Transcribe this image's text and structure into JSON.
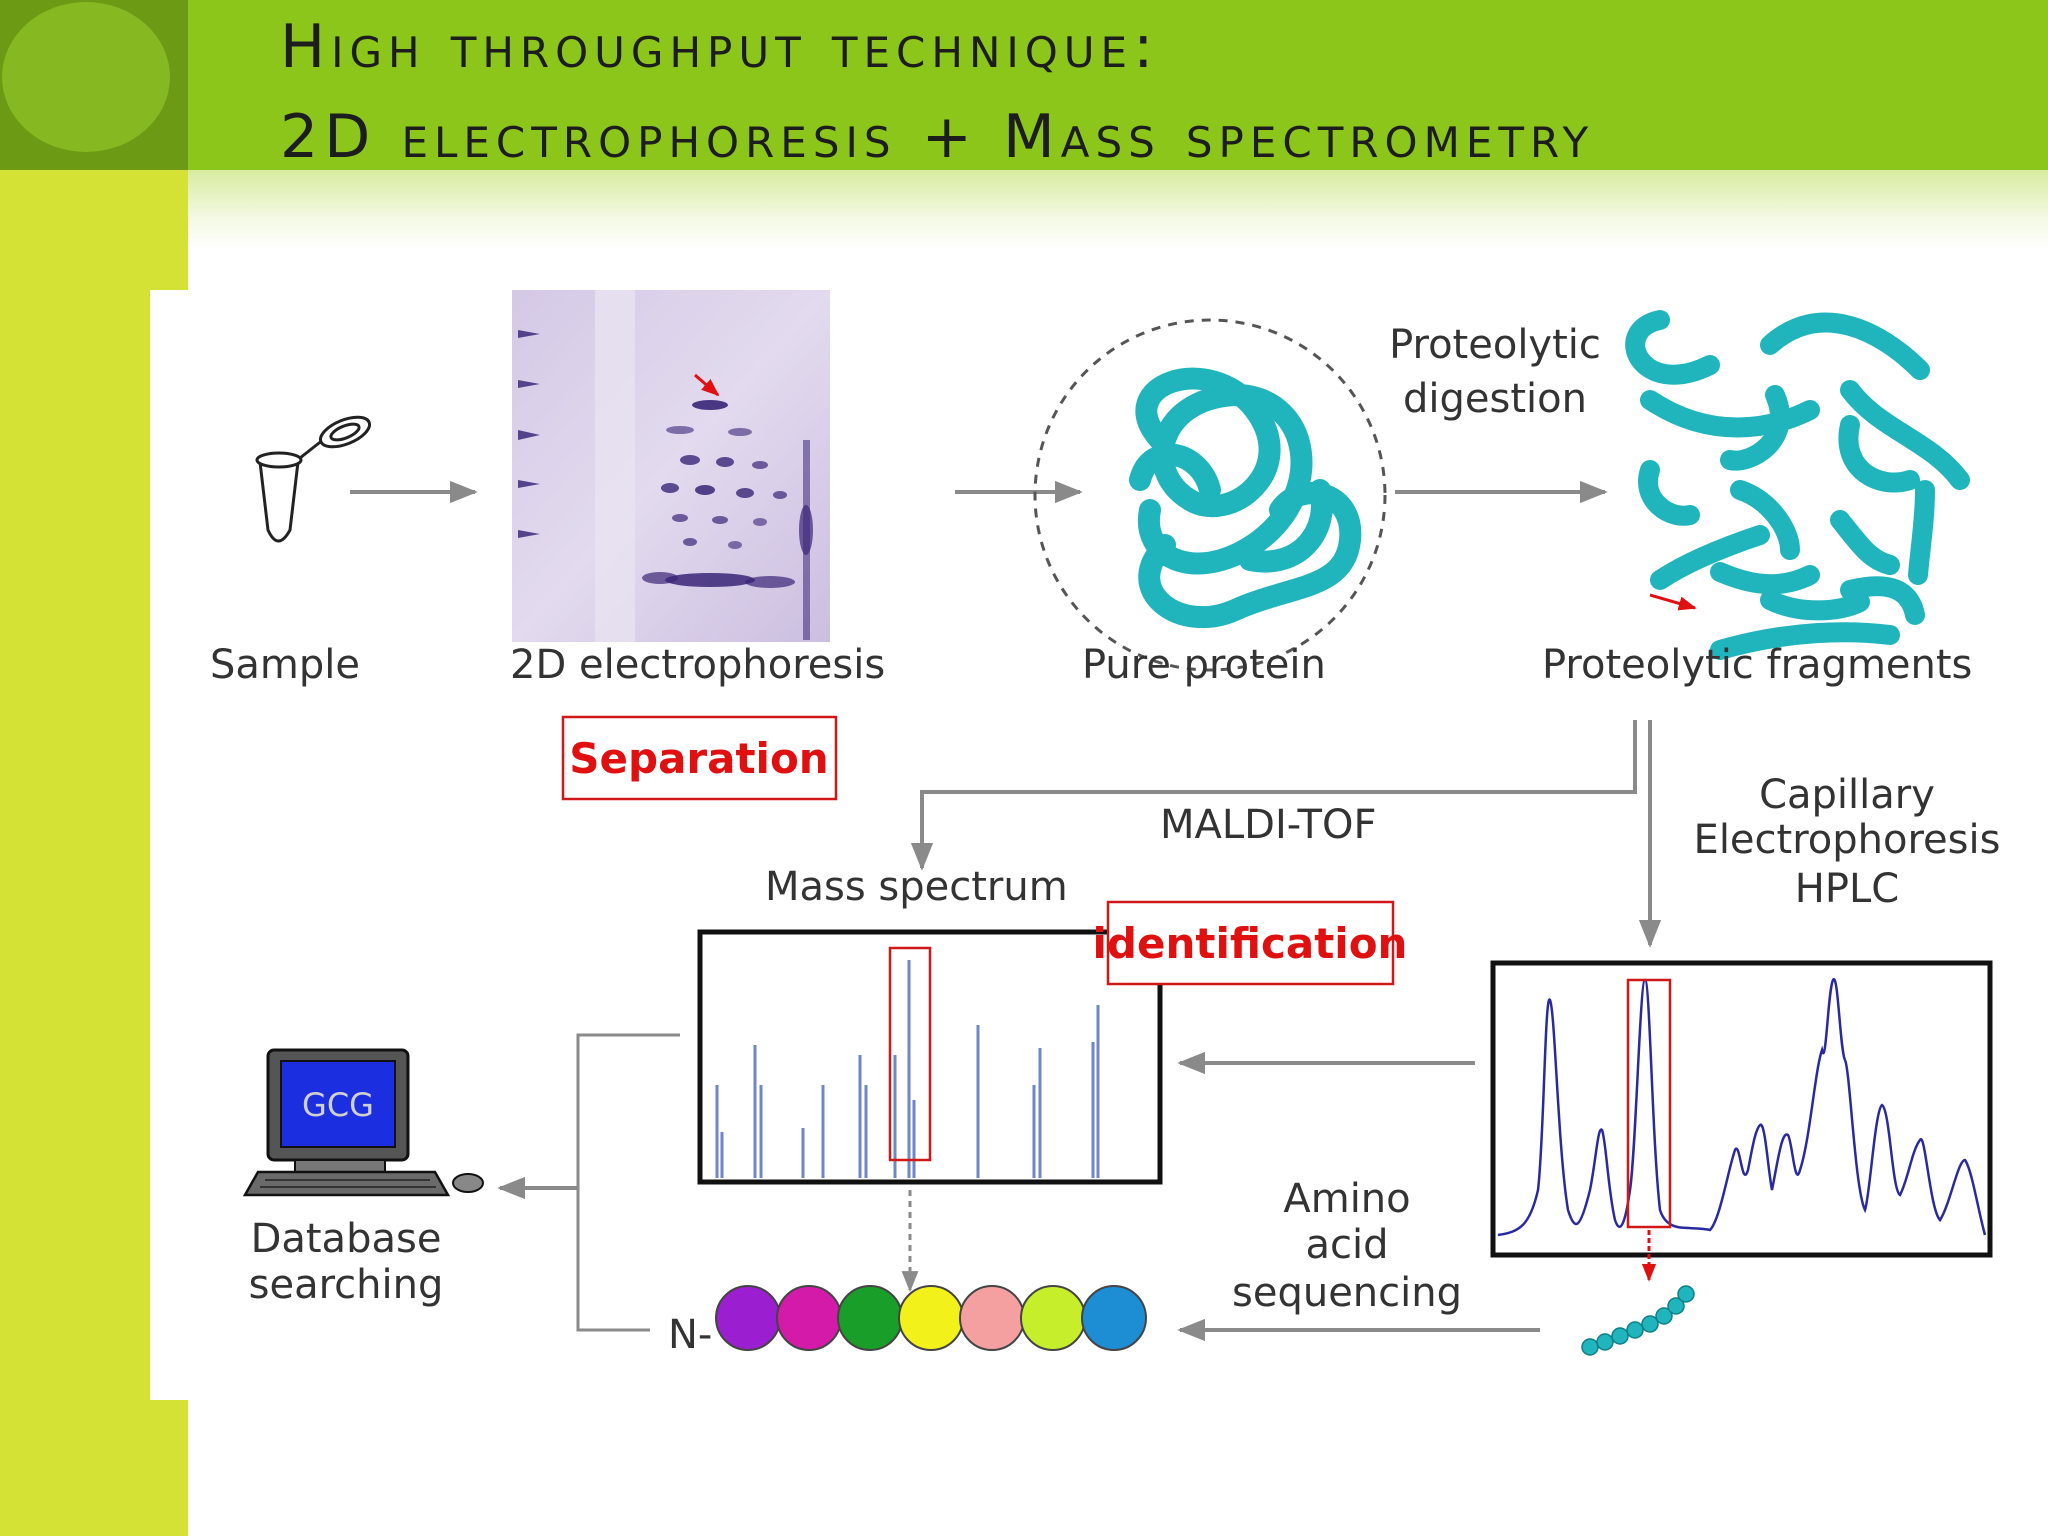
{
  "title": {
    "line1": "High throughput technique:",
    "line2": "2D electrophoresis + Mass spectrometry"
  },
  "labels": {
    "sample": "Sample",
    "electrophoresis_2d": "2D electrophoresis",
    "pure_protein": "Pure protein",
    "proteolytic_digestion_1": "Proteolytic",
    "proteolytic_digestion_2": "digestion",
    "proteolytic_fragments": "Proteolytic fragments",
    "maldi_tof": "MALDI-TOF",
    "capillary_1": "Capillary",
    "capillary_2": "Electrophoresis",
    "capillary_3": "HPLC",
    "mass_spectrum": "Mass spectrum",
    "database_1": "Database",
    "database_2": "searching",
    "amino_1": "Amino",
    "amino_2": "acid",
    "amino_3": "sequencing",
    "n_terminus": "N-",
    "computer_screen": "GCG"
  },
  "annotations": {
    "separation": "Separation",
    "identification": "identification"
  },
  "colors": {
    "title_bar": "#8cc61a",
    "left_band": "#d3e235",
    "corner": "#6d9a14",
    "protein": "#20b5bd",
    "annotation_red": "#e01010",
    "arrow_gray": "#8a8a8a"
  },
  "amino_acid_chain": [
    "#9b1fd0",
    "#d41aa8",
    "#1a9e2a",
    "#f2f21a",
    "#f5a0a0",
    "#c6ee2a",
    "#1e8ed4"
  ]
}
